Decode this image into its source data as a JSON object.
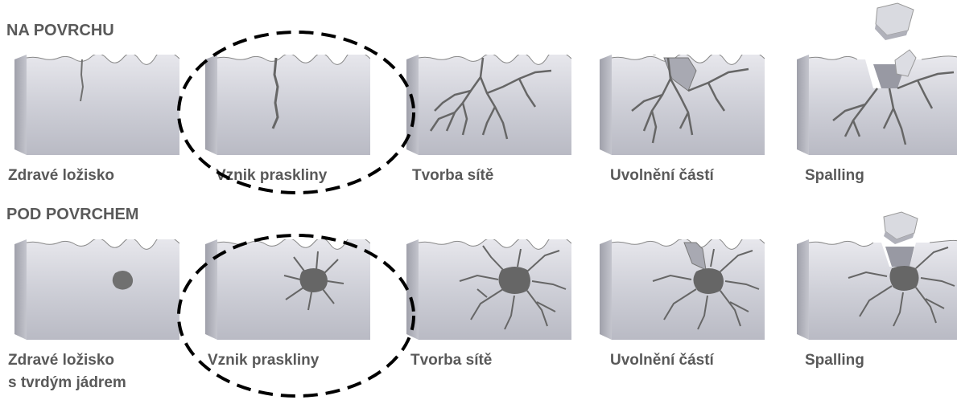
{
  "sections": {
    "surface": "NA POVRCHU",
    "subsurface": "POD POVRCHEM"
  },
  "row1_labels": [
    "Zdravé ložisko",
    "Vznik praskliny",
    "Tvorba sítě",
    "Uvolnění částí",
    "Spalling"
  ],
  "row2_labels": [
    "Zdravé ložisko",
    "Vznik praskliny",
    "Tvorba sítě",
    "Uvolnění částí",
    "Spalling"
  ],
  "row2_label_extra": "s tvrdým jádrem",
  "colors": {
    "text": "#595959",
    "block_face": "#c9cad2",
    "crack": "#6a6a6a",
    "highlight_ellipse": "#000000"
  }
}
